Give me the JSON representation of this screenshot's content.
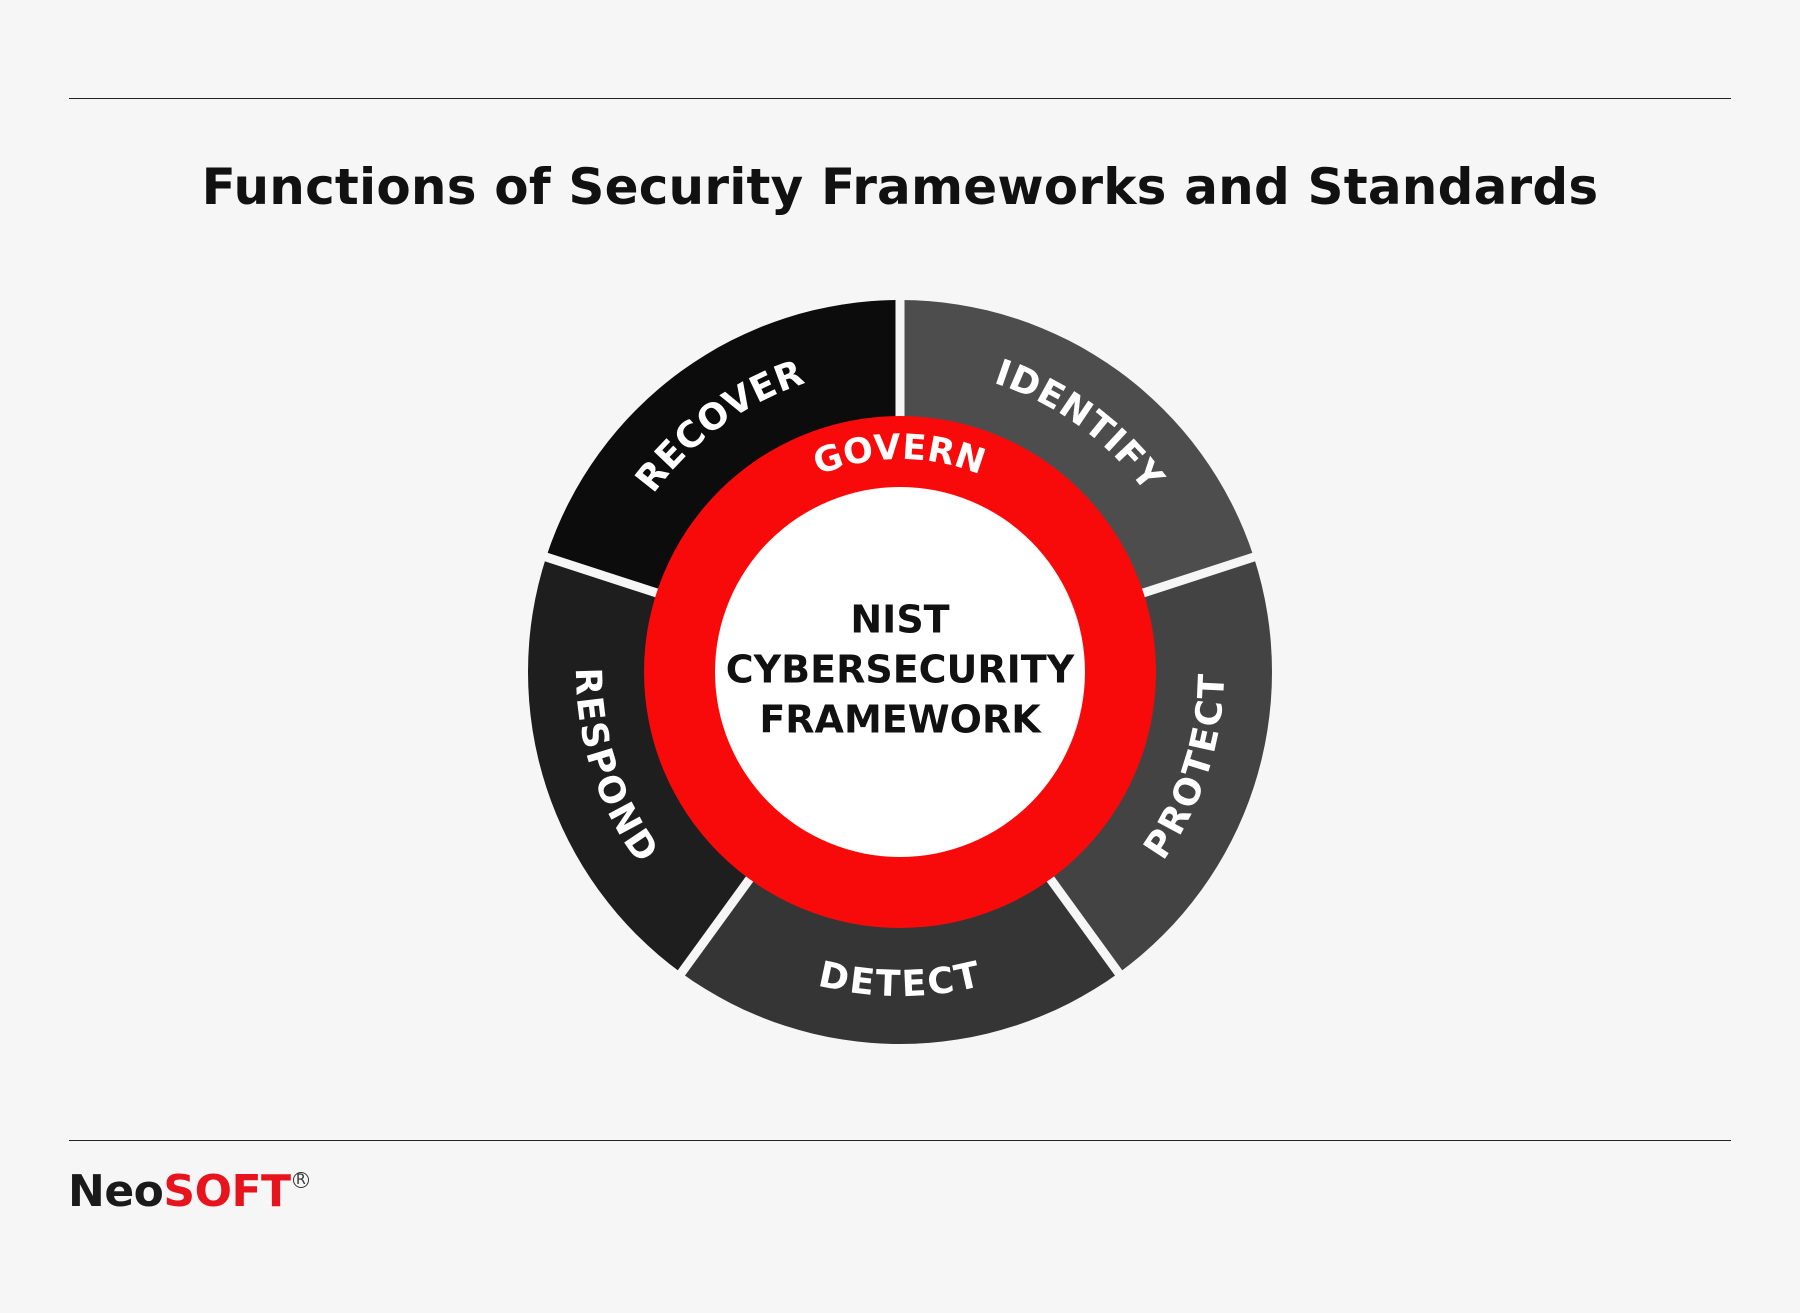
{
  "title": "Functions of Security Frameworks and Standards",
  "center": {
    "lines": [
      "NIST",
      "CYBERSECURITY",
      "FRAMEWORK"
    ],
    "fill": "#ffffff",
    "text_color": "#111111"
  },
  "ring": {
    "label": "GOVERN",
    "color": "#f90a0a",
    "text_color": "#ffffff"
  },
  "segments": [
    {
      "label": "IDENTIFY",
      "color": "#4d4d4d"
    },
    {
      "label": "PROTECT",
      "color": "#434343"
    },
    {
      "label": "DETECT",
      "color": "#353535"
    },
    {
      "label": "RESPOND",
      "color": "#1e1e1e"
    },
    {
      "label": "RECOVER",
      "color": "#0c0c0c"
    }
  ],
  "logo": {
    "part1": "Neo",
    "part2": "SOFT",
    "mark": "R",
    "accent": "#e8141d"
  }
}
